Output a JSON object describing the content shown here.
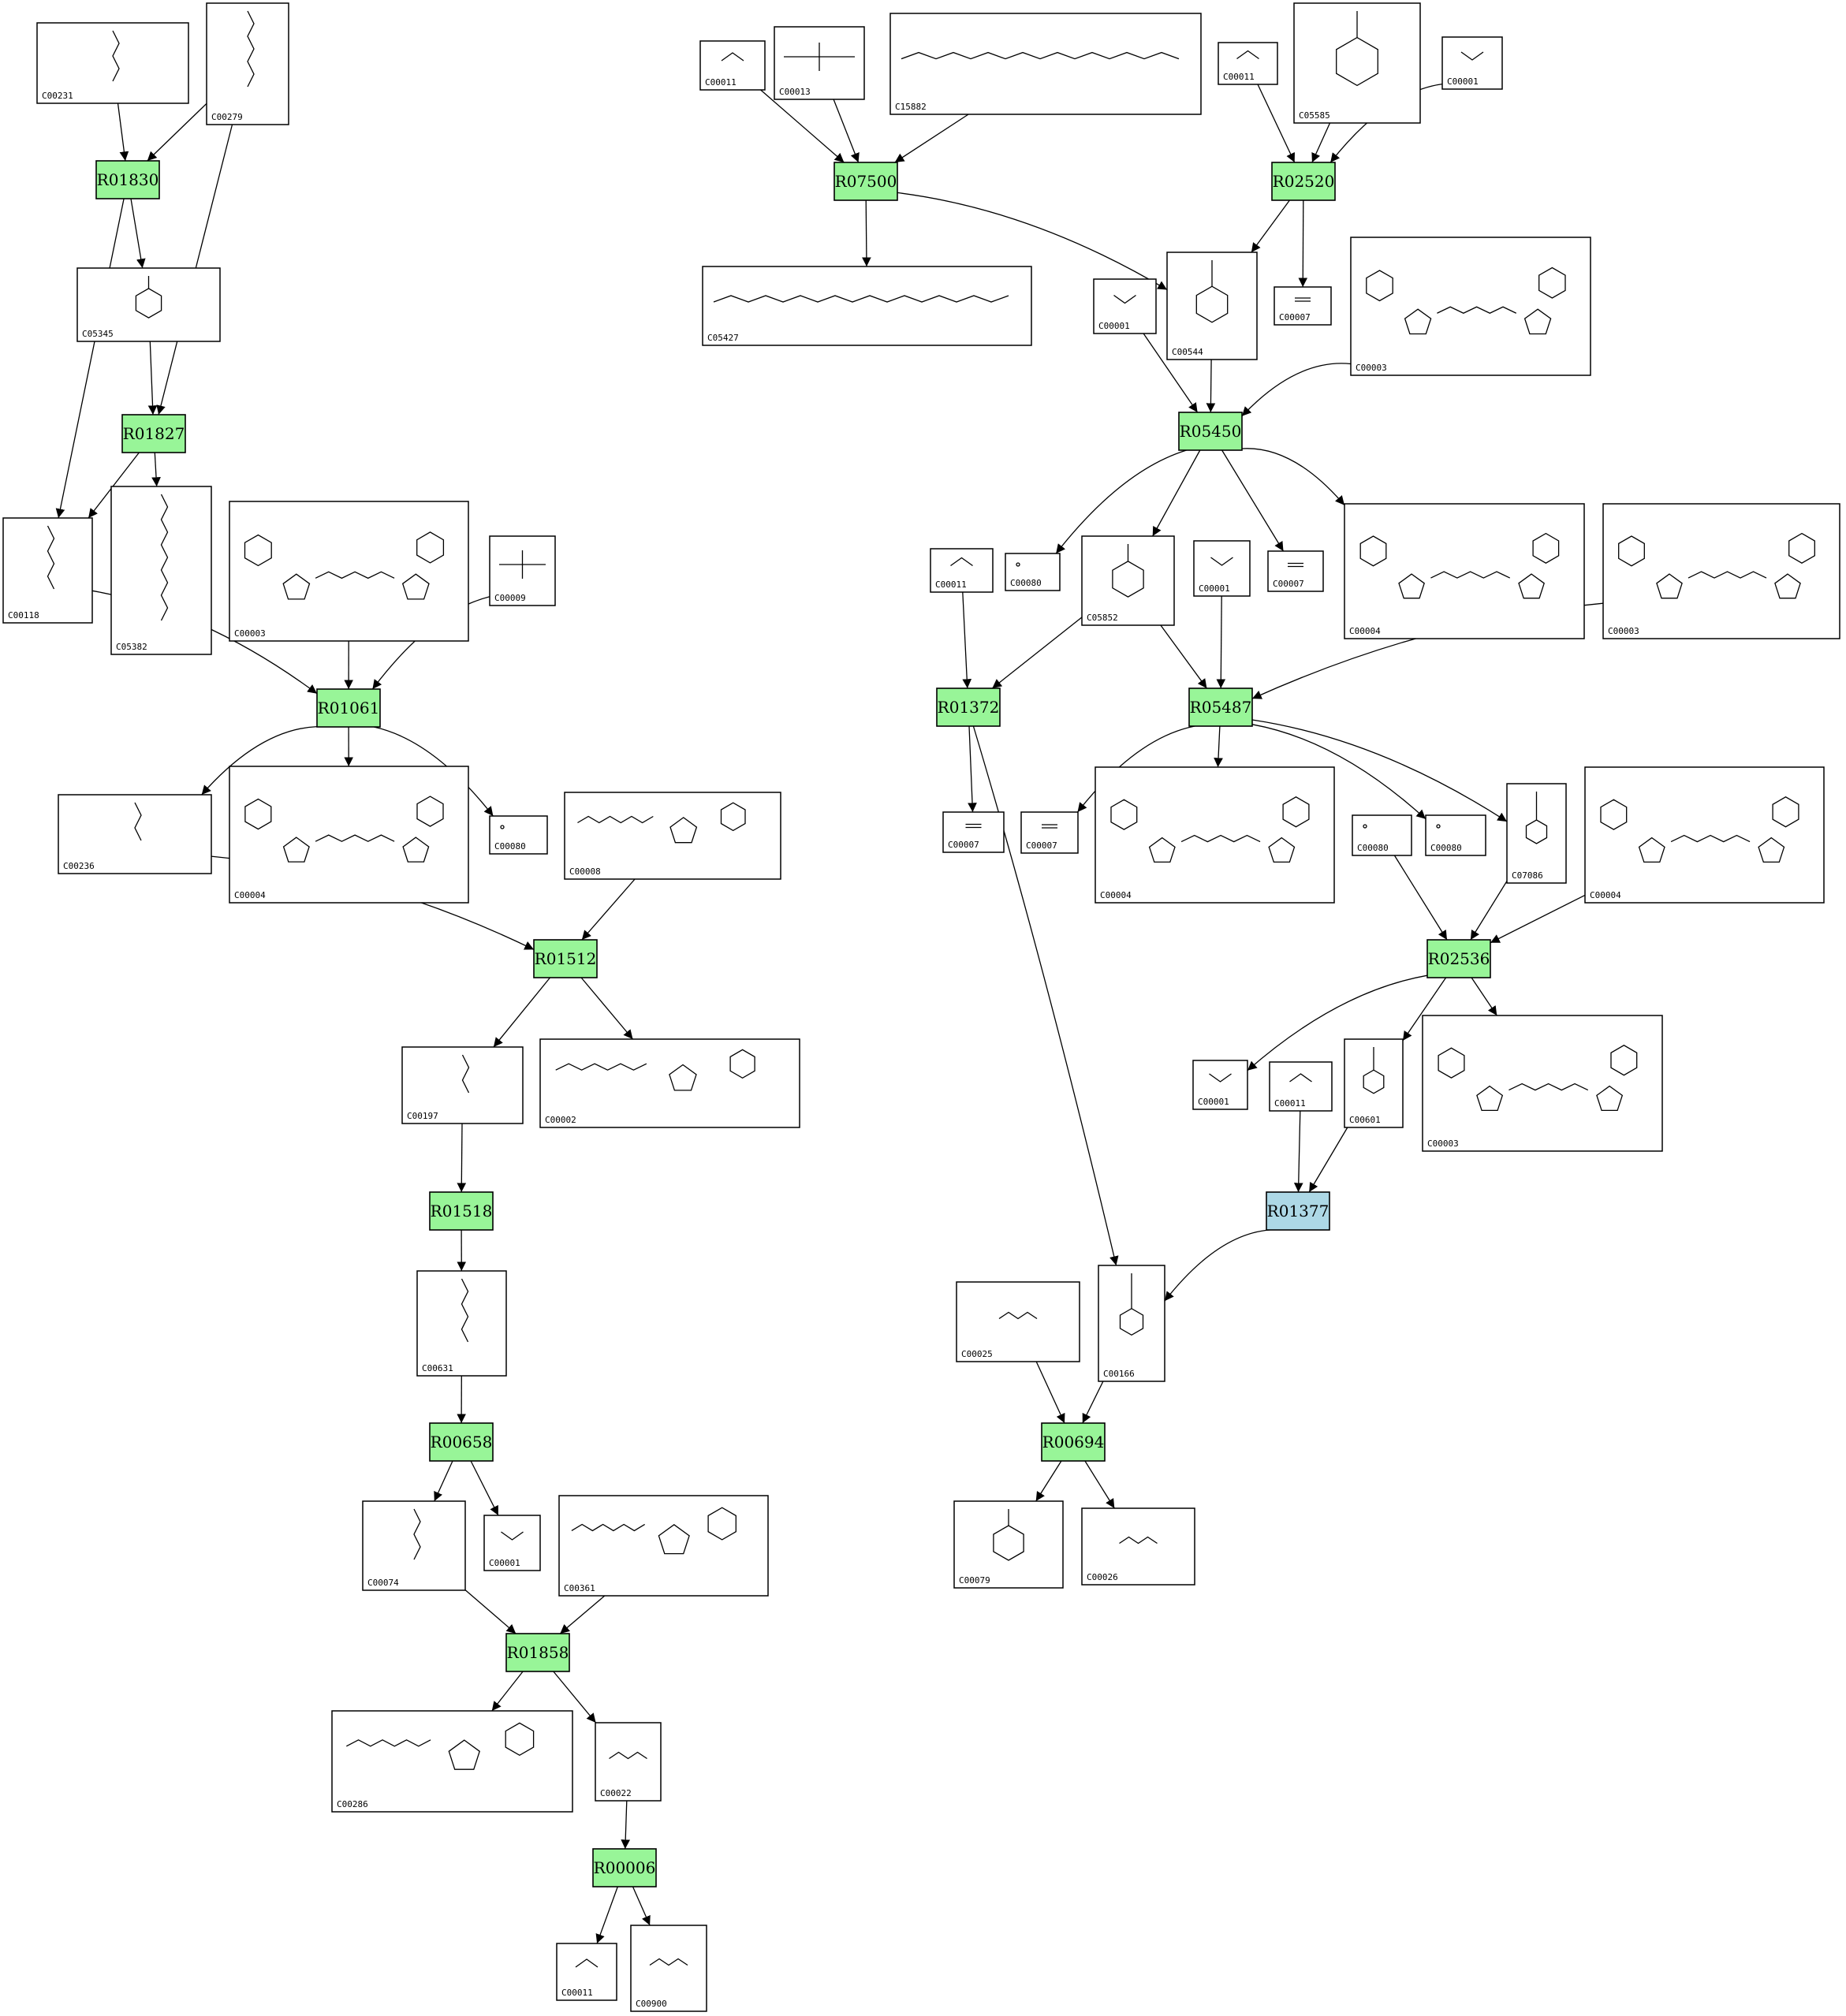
{
  "colors": {
    "reaction_default": "#98f598",
    "reaction_highlight": "#add8e6",
    "stroke": "#000000",
    "background": "#ffffff"
  },
  "reactions": [
    {
      "id": "r_R01830",
      "label": "R01830",
      "highlight": false
    },
    {
      "id": "r_R01827",
      "label": "R01827",
      "highlight": false
    },
    {
      "id": "r_R01061",
      "label": "R01061",
      "highlight": false
    },
    {
      "id": "r_R01512",
      "label": "R01512",
      "highlight": false
    },
    {
      "id": "r_R01518",
      "label": "R01518",
      "highlight": false
    },
    {
      "id": "r_R00658",
      "label": "R00658",
      "highlight": false
    },
    {
      "id": "r_R01858",
      "label": "R01858",
      "highlight": false
    },
    {
      "id": "r_R00006",
      "label": "R00006",
      "highlight": false
    },
    {
      "id": "r_R07500",
      "label": "R07500",
      "highlight": false
    },
    {
      "id": "r_R02520",
      "label": "R02520",
      "highlight": false
    },
    {
      "id": "r_R05450",
      "label": "R05450",
      "highlight": false
    },
    {
      "id": "r_R01372",
      "label": "R01372",
      "highlight": false
    },
    {
      "id": "r_R05487",
      "label": "R05487",
      "highlight": false
    },
    {
      "id": "r_R02536",
      "label": "R02536",
      "highlight": false
    },
    {
      "id": "r_R01377",
      "label": "R01377",
      "highlight": true
    },
    {
      "id": "r_R00694",
      "label": "R00694",
      "highlight": false
    }
  ],
  "compounds": [
    {
      "id": "c1",
      "label": "C00231",
      "kind": "sugarphos"
    },
    {
      "id": "c2",
      "label": "C00279",
      "kind": "sugarphos"
    },
    {
      "id": "c3",
      "label": "C05345",
      "kind": "ring"
    },
    {
      "id": "c4",
      "label": "C00118",
      "kind": "chainphos"
    },
    {
      "id": "c5",
      "label": "C05382",
      "kind": "chainphos"
    },
    {
      "id": "c6",
      "label": "C00003",
      "kind": "nad"
    },
    {
      "id": "c7",
      "label": "C00009",
      "kind": "phosphate"
    },
    {
      "id": "c8",
      "label": "C00236",
      "kind": "chainphos"
    },
    {
      "id": "c9",
      "label": "C00004",
      "kind": "nad"
    },
    {
      "id": "c10",
      "label": "C00080",
      "kind": "proton"
    },
    {
      "id": "c11",
      "label": "C00008",
      "kind": "nucleotide"
    },
    {
      "id": "c12",
      "label": "C00197",
      "kind": "chainphos"
    },
    {
      "id": "c13",
      "label": "C00002",
      "kind": "nucleotide"
    },
    {
      "id": "c14",
      "label": "C00631",
      "kind": "chainphos"
    },
    {
      "id": "c15",
      "label": "C00074",
      "kind": "chainphos"
    },
    {
      "id": "c16",
      "label": "C00001",
      "kind": "water"
    },
    {
      "id": "c17",
      "label": "C00361",
      "kind": "nucleotide"
    },
    {
      "id": "c18",
      "label": "C00286",
      "kind": "nucleotide"
    },
    {
      "id": "c19",
      "label": "C00022",
      "kind": "small"
    },
    {
      "id": "c20",
      "label": "C00011",
      "kind": "co2"
    },
    {
      "id": "c21",
      "label": "C00900",
      "kind": "small"
    },
    {
      "id": "c22",
      "label": "C00011",
      "kind": "co2"
    },
    {
      "id": "c23",
      "label": "C00013",
      "kind": "pyrophos"
    },
    {
      "id": "c24",
      "label": "C15882",
      "kind": "prenyl"
    },
    {
      "id": "c25",
      "label": "C05427",
      "kind": "prenylpp"
    },
    {
      "id": "c26",
      "label": "C00011",
      "kind": "co2"
    },
    {
      "id": "c27",
      "label": "C05585",
      "kind": "aromatic"
    },
    {
      "id": "c28",
      "label": "C00001",
      "kind": "water"
    },
    {
      "id": "c29",
      "label": "C00544",
      "kind": "aromatic"
    },
    {
      "id": "c30",
      "label": "C00007",
      "kind": "o2"
    },
    {
      "id": "c31",
      "label": "C00001",
      "kind": "water"
    },
    {
      "id": "c32",
      "label": "C00003",
      "kind": "nad"
    },
    {
      "id": "c33",
      "label": "C00080",
      "kind": "proton"
    },
    {
      "id": "c34",
      "label": "C05852",
      "kind": "aromatic"
    },
    {
      "id": "c35",
      "label": "C00001",
      "kind": "water"
    },
    {
      "id": "c36",
      "label": "C00007",
      "kind": "o2"
    },
    {
      "id": "c37",
      "label": "C00004",
      "kind": "nad"
    },
    {
      "id": "c38",
      "label": "C00003",
      "kind": "nad"
    },
    {
      "id": "c39",
      "label": "C00011",
      "kind": "co2"
    },
    {
      "id": "c40",
      "label": "C00007",
      "kind": "o2"
    },
    {
      "id": "c41",
      "label": "C00007",
      "kind": "o2"
    },
    {
      "id": "c42",
      "label": "C00004",
      "kind": "nad"
    },
    {
      "id": "c43",
      "label": "C00080",
      "kind": "proton"
    },
    {
      "id": "c44",
      "label": "C00080",
      "kind": "proton"
    },
    {
      "id": "c45",
      "label": "C07086",
      "kind": "aromatic"
    },
    {
      "id": "c46",
      "label": "C00004",
      "kind": "nad"
    },
    {
      "id": "c47",
      "label": "C00001",
      "kind": "water"
    },
    {
      "id": "c48",
      "label": "C00011",
      "kind": "co2"
    },
    {
      "id": "c49",
      "label": "C00601",
      "kind": "aromatic"
    },
    {
      "id": "c50",
      "label": "C00003",
      "kind": "nad"
    },
    {
      "id": "c51",
      "label": "C00025",
      "kind": "small"
    },
    {
      "id": "c52",
      "label": "C00166",
      "kind": "aromatic"
    },
    {
      "id": "c53",
      "label": "C00079",
      "kind": "aromatic"
    },
    {
      "id": "c54",
      "label": "C00026",
      "kind": "small"
    }
  ],
  "edges": [
    [
      "c1",
      "r_R01830"
    ],
    [
      "c2",
      "r_R01830"
    ],
    [
      "r_R01830",
      "c3"
    ],
    [
      "r_R01830",
      "c4"
    ],
    [
      "c3",
      "r_R01827"
    ],
    [
      "c2",
      "r_R01827"
    ],
    [
      "r_R01827",
      "c4"
    ],
    [
      "r_R01827",
      "c5"
    ],
    [
      "c4",
      "r_R01061"
    ],
    [
      "c6",
      "r_R01061"
    ],
    [
      "c7",
      "r_R01061"
    ],
    [
      "r_R01061",
      "c8"
    ],
    [
      "r_R01061",
      "c9"
    ],
    [
      "r_R01061",
      "c10"
    ],
    [
      "c8",
      "r_R01512"
    ],
    [
      "c11",
      "r_R01512"
    ],
    [
      "r_R01512",
      "c12"
    ],
    [
      "r_R01512",
      "c13"
    ],
    [
      "c12",
      "r_R01518"
    ],
    [
      "r_R01518",
      "c14"
    ],
    [
      "c14",
      "r_R00658"
    ],
    [
      "r_R00658",
      "c15"
    ],
    [
      "r_R00658",
      "c16"
    ],
    [
      "c15",
      "r_R01858"
    ],
    [
      "c17",
      "r_R01858"
    ],
    [
      "r_R01858",
      "c18"
    ],
    [
      "r_R01858",
      "c19"
    ],
    [
      "c19",
      "r_R00006"
    ],
    [
      "r_R00006",
      "c20"
    ],
    [
      "r_R00006",
      "c21"
    ],
    [
      "c22",
      "r_R07500"
    ],
    [
      "c23",
      "r_R07500"
    ],
    [
      "c24",
      "r_R07500"
    ],
    [
      "r_R07500",
      "c25"
    ],
    [
      "r_R07500",
      "c29"
    ],
    [
      "c26",
      "r_R02520"
    ],
    [
      "c27",
      "r_R02520"
    ],
    [
      "c28",
      "r_R02520"
    ],
    [
      "r_R02520",
      "c29"
    ],
    [
      "r_R02520",
      "c30"
    ],
    [
      "c29",
      "r_R05450"
    ],
    [
      "c31",
      "r_R05450"
    ],
    [
      "c32",
      "r_R05450"
    ],
    [
      "r_R05450",
      "c33"
    ],
    [
      "r_R05450",
      "c34"
    ],
    [
      "r_R05450",
      "c36"
    ],
    [
      "r_R05450",
      "c37"
    ],
    [
      "c39",
      "r_R01372"
    ],
    [
      "c34",
      "r_R01372"
    ],
    [
      "r_R01372",
      "c40"
    ],
    [
      "r_R01372",
      "c52"
    ],
    [
      "c34",
      "r_R05487"
    ],
    [
      "c35",
      "r_R05487"
    ],
    [
      "c38",
      "r_R05487"
    ],
    [
      "r_R05487",
      "c41"
    ],
    [
      "r_R05487",
      "c42"
    ],
    [
      "r_R05487",
      "c44"
    ],
    [
      "r_R05487",
      "c45"
    ],
    [
      "c43",
      "r_R02536"
    ],
    [
      "c45",
      "r_R02536"
    ],
    [
      "c46",
      "r_R02536"
    ],
    [
      "r_R02536",
      "c47"
    ],
    [
      "r_R02536",
      "c49"
    ],
    [
      "r_R02536",
      "c50"
    ],
    [
      "c48",
      "r_R01377"
    ],
    [
      "c49",
      "r_R01377"
    ],
    [
      "r_R01377",
      "c52"
    ],
    [
      "c51",
      "r_R00694"
    ],
    [
      "c52",
      "r_R00694"
    ],
    [
      "r_R00694",
      "c53"
    ],
    [
      "r_R00694",
      "c54"
    ]
  ]
}
